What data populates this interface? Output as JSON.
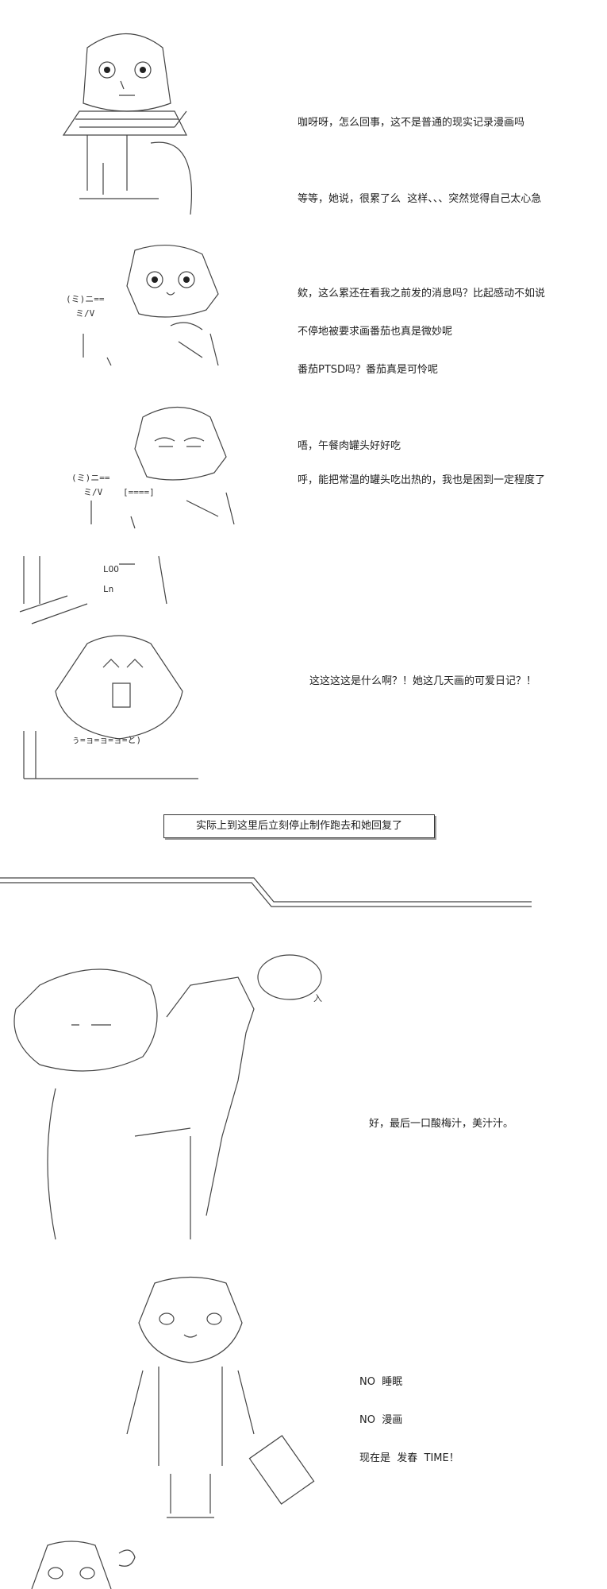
{
  "panels": [
    {
      "lines": [
        "咖呀呀，怎么回事，这不是普通的现实记录漫画吗",
        "",
        "等等，她说，很累了么  这样、、、突然觉得自己太心急"
      ]
    },
    {
      "lines": [
        "欸，这么累还在看我之前发的消息吗？比起感动不如说",
        "不停地被要求画番茄也真是微妙呢",
        "番茄PTSD吗？番茄真是可怜呢",
        "",
        "唔，午餐肉罐头好好吃"
      ]
    },
    {
      "lines": [
        "呼，能把常温的罐头吃出热的，我也是困到一定程度了"
      ]
    },
    {
      "lines": [
        "这这这这是什么啊？！她这几天画的可爱日记？！"
      ]
    },
    {
      "lines": [
        "好，最后一口酸梅汁，美汁汁。"
      ]
    },
    {
      "lines": [
        "NO  睡眠",
        "NO  漫画",
        "现在是  发春  TIME！"
      ]
    }
  ],
  "notice": "实际上到这里后立刻停止制作跑去和她回复了",
  "art_text": {
    "can_label": "(ミ)ニ==",
    "can_sv": "ミ/V",
    "can_eq": "[====]",
    "diary_loo": "LOO",
    "diary_ln": "Ln",
    "mouth": "ぅ=ョ=ョ=ョ=と)",
    "drink": "入"
  }
}
